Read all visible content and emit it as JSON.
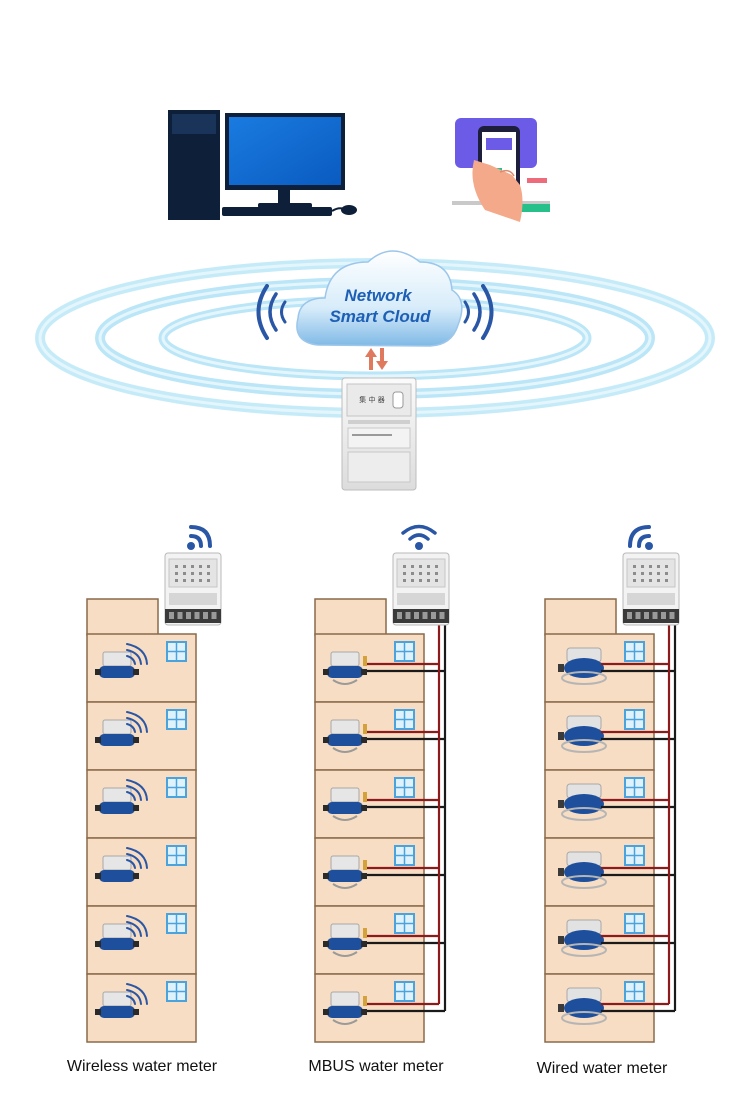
{
  "cloud": {
    "line1": "Network",
    "line2": "Smart Cloud"
  },
  "concentrator_label": "集 中 器",
  "columns": [
    {
      "id": "wireless",
      "caption": "Wireless water meter"
    },
    {
      "id": "mbus",
      "caption": "MBUS water meter"
    },
    {
      "id": "wired",
      "caption": "Wired water meter"
    }
  ],
  "colors": {
    "wave": "#2a56a6",
    "building": "#f7ddc3",
    "building_stroke": "#8a6a4a",
    "window": "#4aa3dc",
    "meter_body": "#1e4f9c",
    "wire_red": "#8e1b1b",
    "wire_black": "#1a1a1a",
    "cloud_text": "#1d5fb5"
  }
}
